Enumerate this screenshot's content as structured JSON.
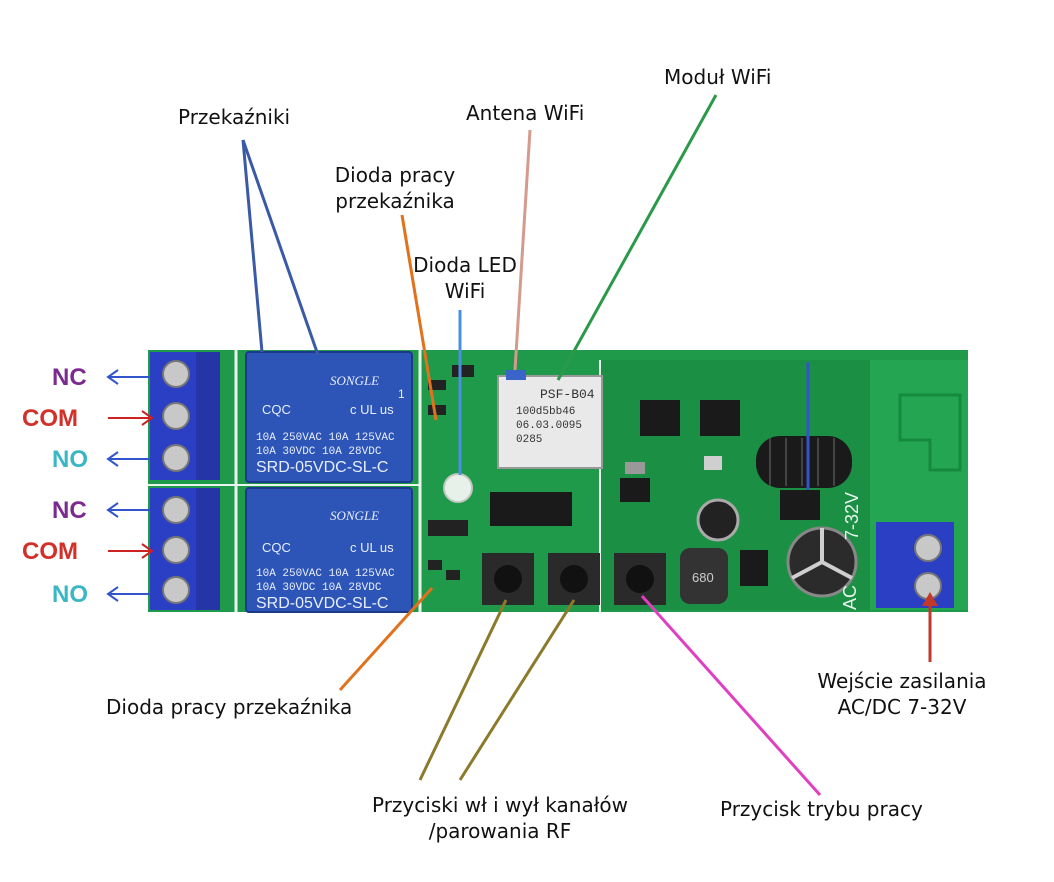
{
  "labels": {
    "relays": "Przekaźniki",
    "relay_led_top_1": "Dioda pracy",
    "relay_led_top_2": "przekaźnika",
    "wifi_antenna": "Antena WiFi",
    "wifi_module": "Moduł WiFi",
    "wifi_led_1": "Dioda LED",
    "wifi_led_2": "WiFi",
    "relay_led_bottom": "Dioda pracy przekaźnika",
    "buttons_1": "Przyciski wł i wył kanałów",
    "buttons_2": "/parowania RF",
    "mode_button": "Przycisk trybu pracy",
    "power_1": "Wejście zasilania",
    "power_2": "AC/DC 7-32V"
  },
  "terminals": [
    {
      "label": "NC",
      "color": "#7b2a8f"
    },
    {
      "label": "COM",
      "color": "#d3302a"
    },
    {
      "label": "NO",
      "color": "#3ab7c4"
    },
    {
      "label": "NC",
      "color": "#7b2a8f"
    },
    {
      "label": "COM",
      "color": "#d3302a"
    },
    {
      "label": "NO",
      "color": "#3ab7c4"
    }
  ],
  "relay": {
    "brand": "SONGLE",
    "line1": "10A 250VAC  10A 125VAC",
    "line2": "10A  30VDC  10A  28VDC",
    "model": "SRD-05VDC-SL-C",
    "mark": "CQC",
    "ul_mark": "c UL us",
    "num": "1"
  },
  "module": {
    "line1": "PSF-B04",
    "line2": "100d5bb46",
    "line3": "06.03.0095",
    "line4": "0285"
  },
  "inductor": "680",
  "voltage_mark": "7-32V",
  "ac_mark": "AC",
  "colors": {
    "pcb": "#1f9a4a",
    "pcb_dark": "#157a38",
    "relay": "#2d55b8",
    "terminal": "#2b3fc4",
    "relays_line": "#3a5aa8",
    "relay_led_line": "#e2711d",
    "antenna_line": "#d49a8c",
    "module_line": "#2a9a4a",
    "wifi_led_line": "#4a8fe0",
    "buttons_line": "#8a7a2a",
    "mode_line": "#e040c0",
    "power_line": "#c0392b",
    "arrow_blue": "#3355cc",
    "arrow_red": "#cc2222"
  }
}
